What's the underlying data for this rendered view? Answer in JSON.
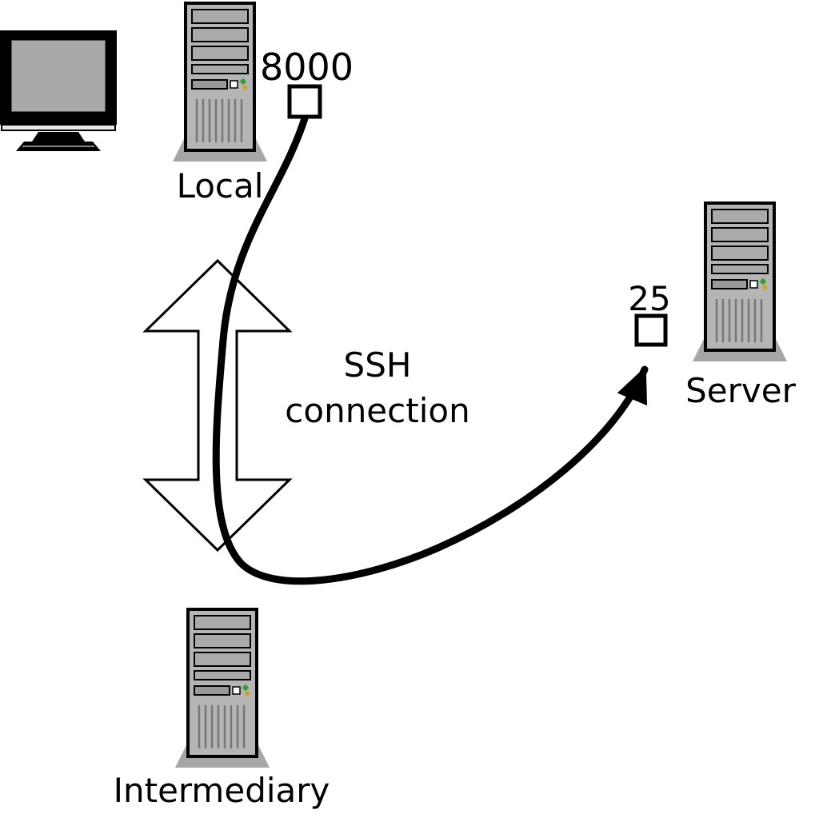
{
  "diagram": {
    "nodes": [
      {
        "id": "local",
        "label": "Local",
        "port": "8000"
      },
      {
        "id": "server",
        "label": "Server",
        "port": "25"
      },
      {
        "id": "intermediary",
        "label": "Intermediary"
      }
    ],
    "connection": {
      "line1": "SSH",
      "line2": "connection"
    }
  },
  "colors": {
    "background": "#ffffff",
    "outline": "#000000",
    "tower_body": "#b5b5b5",
    "tower_bay": "#aaaaaa",
    "tower_base": "#a6a6a6",
    "monitor_screen": "#a9a9a9",
    "led_green": "#2e9e2e",
    "led_yellow": "#d4a500",
    "port_box_fill": "#ffffff",
    "cable": "#000000"
  }
}
